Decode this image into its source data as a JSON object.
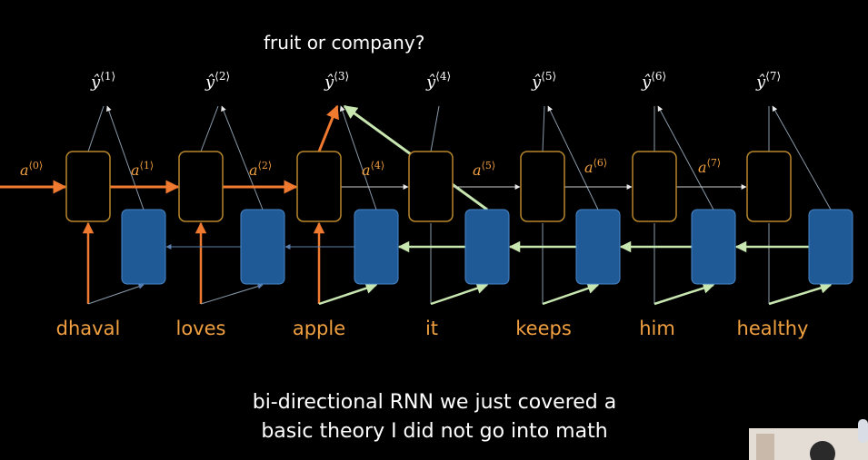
{
  "question": "fruit or company?",
  "words": [
    "dhaval",
    "loves",
    "apple",
    "it",
    "keeps",
    "him",
    "healthy"
  ],
  "y_labels": [
    {
      "base": "ŷ",
      "sup": "⟨1⟩"
    },
    {
      "base": "ŷ",
      "sup": "⟨2⟩"
    },
    {
      "base": "ŷ",
      "sup": "⟨3⟩"
    },
    {
      "base": "ŷ",
      "sup": "⟨4⟩"
    },
    {
      "base": "ŷ",
      "sup": "⟨5⟩"
    },
    {
      "base": "ŷ",
      "sup": "⟨6⟩"
    },
    {
      "base": "ŷ",
      "sup": "⟨7⟩"
    }
  ],
  "a_labels": [
    {
      "base": "a",
      "sup": "⟨0⟩"
    },
    {
      "base": "a",
      "sup": "⟨1⟩"
    },
    {
      "base": "a",
      "sup": "⟨2⟩"
    },
    {
      "base": "a",
      "sup": "⟨4⟩"
    },
    {
      "base": "a",
      "sup": "⟨5⟩"
    },
    {
      "base": "a",
      "sup": "⟨6⟩"
    },
    {
      "base": "a",
      "sup": "⟨7⟩"
    }
  ],
  "subtitle": {
    "line1": "bi-directional RNN we just covered a",
    "line2": "basic theory I did not go into math"
  },
  "colors": {
    "forward_cell": "#b8862a",
    "backward_cell": "#1f5a96",
    "highlight_orange": "#f07a30",
    "highlight_green": "#c8e6b0",
    "plain_line": "#8a9aaa",
    "label_orange": "#f0a040"
  }
}
